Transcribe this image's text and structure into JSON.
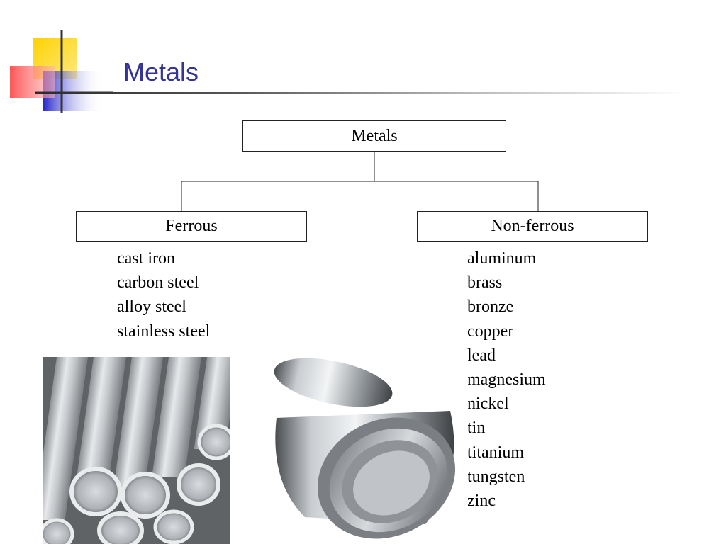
{
  "slide": {
    "title": "Metals"
  },
  "diagram": {
    "root": "Metals",
    "branches": [
      {
        "label": "Ferrous",
        "items": [
          "cast iron",
          "carbon steel",
          "alloy steel",
          "stainless steel"
        ]
      },
      {
        "label": "Non-ferrous",
        "items": [
          "aluminum",
          "brass",
          "bronze",
          "copper",
          "lead",
          "magnesium",
          "nickel",
          "tin",
          "titanium",
          "tungsten",
          "zinc"
        ]
      }
    ]
  },
  "images": {
    "left": "steel-pipes-photo",
    "center": "machined-metal-ring-photo"
  },
  "colors": {
    "title": "#333399",
    "logo_yellow": "#ffcc00",
    "logo_red": "#ff5555",
    "logo_blue": "#3333cc"
  }
}
